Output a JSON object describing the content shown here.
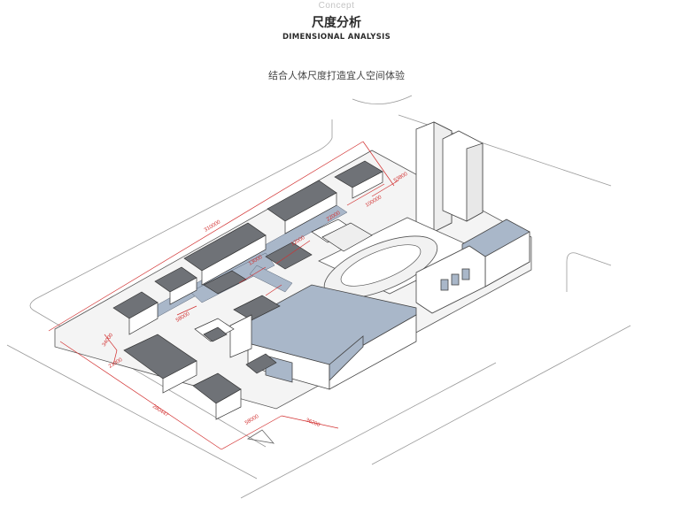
{
  "header": {
    "concept": "Concept",
    "title_cn": "尺度分析",
    "title_en": "DIMENSIONAL ANALYSIS",
    "subtitle": "结合人体尺度打造宜人空间体验"
  },
  "dimensions": {
    "top_edge": "310000",
    "left_edge": "280447",
    "top_right_1": "53800",
    "top_right_2": "100000",
    "inner_1": "22000",
    "inner_2": "12000",
    "inner_3": "13000",
    "inner_4": "58000",
    "left_1": "34000",
    "left_2": "21300",
    "bottom_1": "58000",
    "bottom_2": "36200"
  },
  "colors": {
    "roof_blue": "#a9b7c9",
    "roof_dark": "#6f7277",
    "dimension_red": "#d23030",
    "line": "#555555"
  }
}
